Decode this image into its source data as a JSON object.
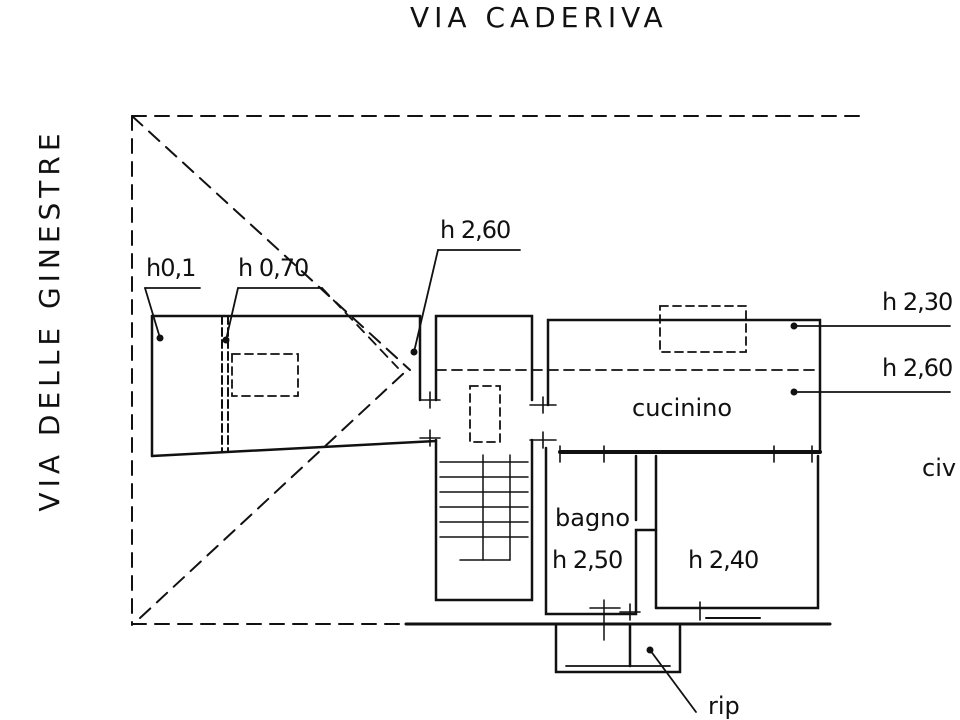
{
  "streets": {
    "top": "VIA  CADERIVA",
    "side": "VIA  DELLE  GINESTRE"
  },
  "heights": {
    "h01": "h0,1",
    "h070": "h 0,70",
    "h260_top": "h 2,60",
    "h230": "h 2,30",
    "h260_right": "h 2,60",
    "h250": "h 2,50",
    "h240": "h 2,40"
  },
  "rooms": {
    "kitchen": "cucinino",
    "bathroom": "bagno",
    "storage": "rip",
    "cut_off": "civ"
  },
  "colors": {
    "ink": "#111111",
    "paper": "#ffffff"
  }
}
